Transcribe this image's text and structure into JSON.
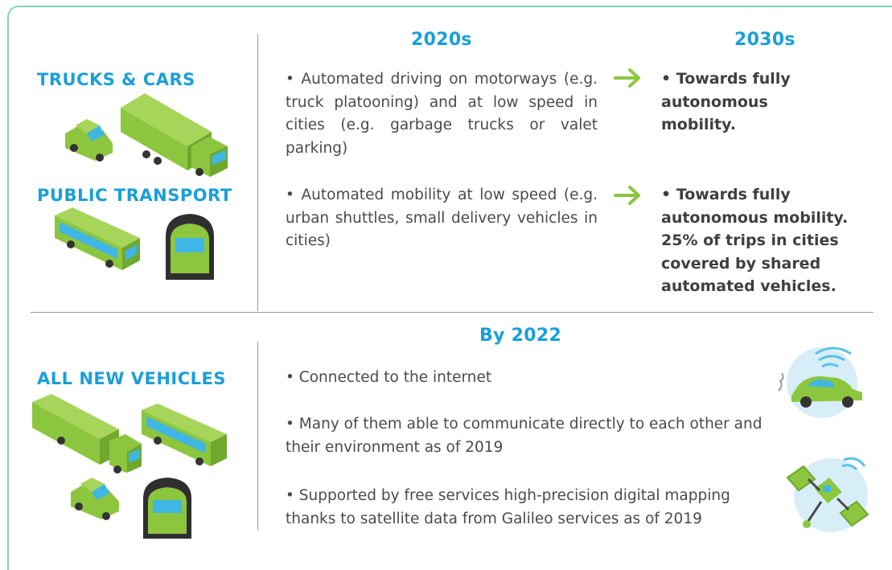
{
  "columns": {
    "col_2020s": "2020s",
    "col_2030s": "2030s",
    "col_by2022": "By 2022"
  },
  "categories": {
    "trucks_cars": "TRUCKS & CARS",
    "public_transport": "PUBLIC TRANSPORT",
    "all_new_vehicles": "ALL NEW VEHICLES"
  },
  "rows": {
    "trucks_2020s": "• Automated driving on motorways (e.g. truck platooning) and at low speed in cities (e.g. garbage trucks or valet parking)",
    "trucks_2030s": "• Towards fully autonomous mobility.",
    "public_2020s": "• Automated mobility at low speed (e.g. urban shuttles, small delivery vehicles in cities)",
    "public_2030s": "• Towards fully autonomous mobility. 25% of trips in cities covered by shared automated vehicles."
  },
  "new_vehicles": {
    "item1": "• Connected to the internet",
    "item2": "• Many of them able to communicate directly to each other and their environment as of 2019",
    "item3": "• Supported by free services high-precision digital mapping thanks to satellite data from Galileo services as of 2019"
  },
  "colors": {
    "accent_blue": "#1a9fd9",
    "vehicle_green": "#8cc63f",
    "arrow_green": "#8cc63f",
    "frame_teal": "#7fd6b6"
  },
  "icons": [
    "car-icon",
    "truck-icon",
    "bus-icon",
    "tram-icon",
    "arrow-right-icon",
    "connected-car-icon",
    "satellite-icon"
  ]
}
